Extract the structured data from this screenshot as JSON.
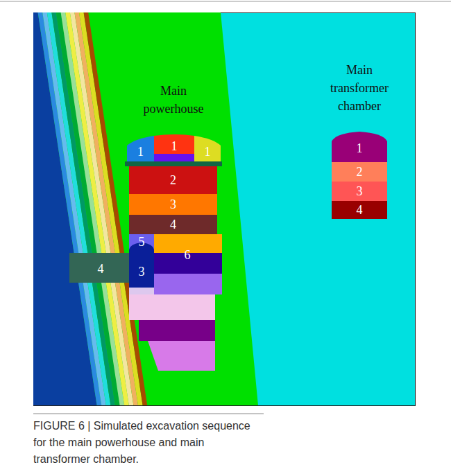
{
  "diagram": {
    "caption": "FIGURE 6 | Simulated excavation sequence for the main powerhouse and main transformer chamber.",
    "nodes": [
      {
        "text": [
          "1"
        ]
      },
      {
        "text": [
          "1"
        ]
      },
      {
        "text": [
          "1"
        ]
      },
      {
        "text": [
          "2"
        ]
      },
      {
        "text": [
          "3"
        ]
      },
      {
        "text": [
          "4"
        ]
      },
      {
        "text": [
          "5"
        ]
      },
      {
        "text": [
          "6"
        ]
      },
      {
        "text": [
          "4"
        ]
      },
      {
        "text": [
          "3"
        ]
      },
      {
        "text": [
          "1"
        ]
      },
      {
        "text": [
          "2"
        ]
      },
      {
        "text": [
          "3"
        ]
      },
      {
        "text": [
          "4"
        ]
      }
    ],
    "labels": [
      "Main powerhouse",
      "Main transformer chamber"
    ]
  }
}
